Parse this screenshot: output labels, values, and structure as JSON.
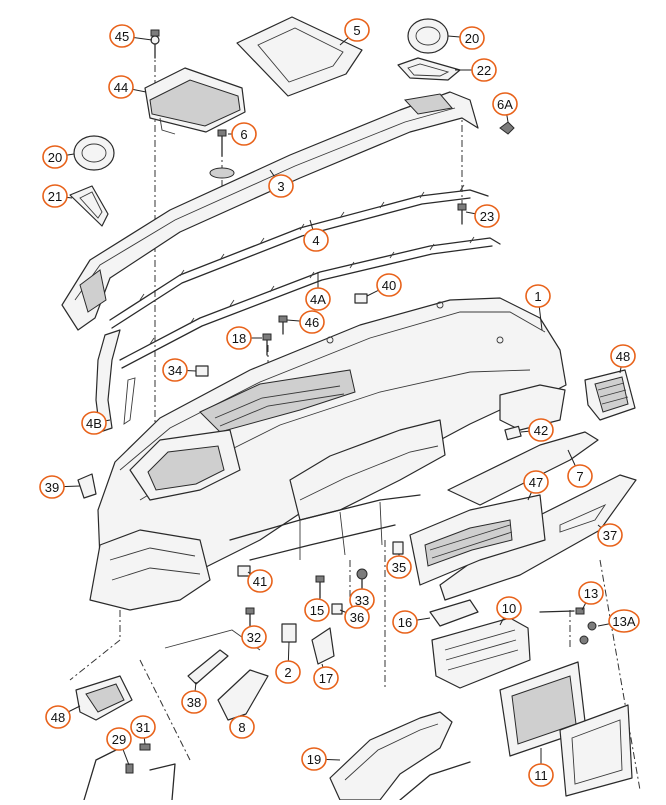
{
  "diagram": {
    "callouts": [
      "45",
      "5",
      "20",
      "44",
      "22",
      "6A",
      "20",
      "6",
      "3",
      "21",
      "23",
      "4",
      "4A",
      "40",
      "1",
      "18",
      "46",
      "34",
      "48",
      "4B",
      "42",
      "39",
      "7",
      "47",
      "37",
      "35",
      "41",
      "33",
      "15",
      "36",
      "16",
      "10",
      "13",
      "13A",
      "32",
      "2",
      "17",
      "38",
      "48",
      "8",
      "31",
      "29",
      "19",
      "11"
    ]
  }
}
